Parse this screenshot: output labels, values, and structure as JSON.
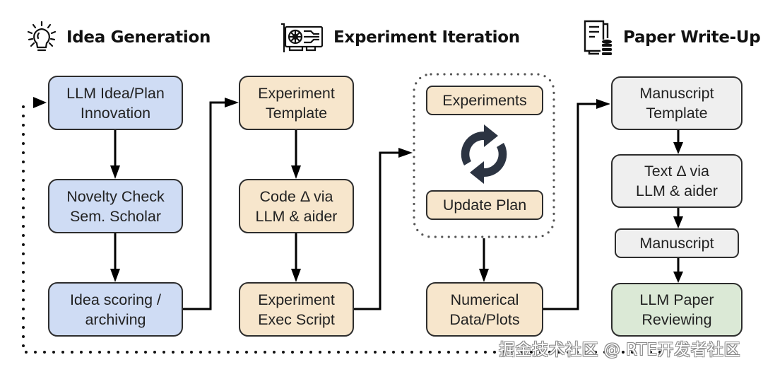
{
  "sections": {
    "idea": {
      "title": "Idea Generation",
      "icon": "lightbulb-icon"
    },
    "experiment": {
      "title": "Experiment Iteration",
      "icon": "gpu-card-icon"
    },
    "paper": {
      "title": "Paper Write-Up",
      "icon": "document-database-icon"
    }
  },
  "colors": {
    "idea_fill": "#cfdcf4",
    "experiment_fill": "#f7e6cc",
    "paper_fill": "#efefef",
    "review_fill": "#dbe9d6",
    "stroke": "#2d2d2d",
    "loop_icon": "#2c3442"
  },
  "nodes": {
    "llm_idea": "LLM Idea/Plan\nInnovation",
    "novelty": "Novelty Check\nSem. Scholar",
    "scoring": "Idea scoring /\narchiving",
    "exp_template": "Experiment\nTemplate",
    "code_delta": "Code Δ via\nLLM & aider",
    "exec_script": "Experiment\nExec Script",
    "experiments": "Experiments",
    "update_plan": "Update Plan",
    "numerical": "Numerical\nData/Plots",
    "ms_template": "Manuscript\nTemplate",
    "text_delta": "Text Δ via\nLLM & aider",
    "manuscript": "Manuscript",
    "review": "LLM Paper\nReviewing"
  },
  "loop_icon": "refresh-cycle-icon",
  "watermark": "掘金技术社区 @ RTE开发者社区"
}
